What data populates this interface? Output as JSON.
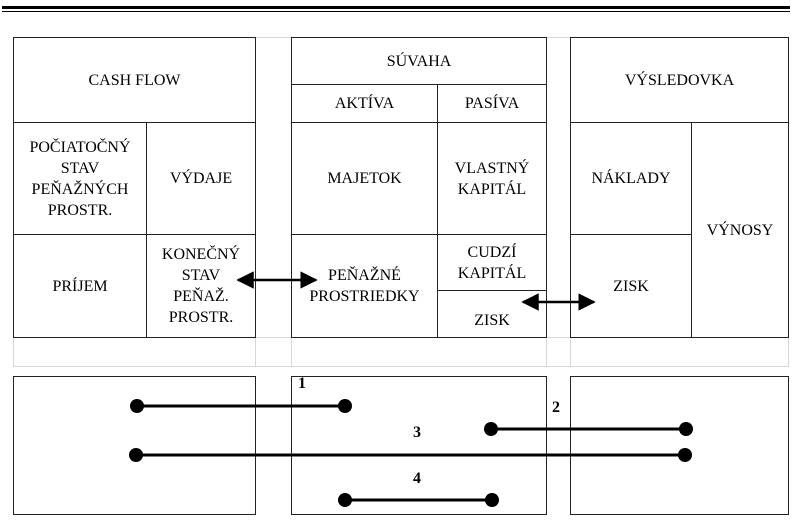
{
  "cash_flow": {
    "header": "CASH FLOW",
    "opening_balance": "POČIATOČNÝ\nSTAV\nPEŇAŽNÝCH\nPROSTR.",
    "expenses": "VÝDAJE",
    "income": "PRÍJEM",
    "closing_balance": "KONEČNÝ\nSTAV\nPEŇAŽ.\nPROSTR."
  },
  "balance_sheet": {
    "header": "SÚVAHA",
    "assets": "AKTÍVA",
    "liabilities": "PASÍVA",
    "property": "MAJETOK",
    "equity": "VLASTNÝ\nKAPITÁL",
    "cash": "PEŇAŽNÉ\nPROSTRIEDKY",
    "debt": "CUDZÍ\nKAPITÁL",
    "profit": "ZISK"
  },
  "income_statement": {
    "header": "VÝSLEDOVKA",
    "costs": "NÁKLADY",
    "revenues": "VÝNOSY",
    "profit": "ZISK"
  },
  "link_labels": [
    "1",
    "2",
    "3",
    "4"
  ]
}
